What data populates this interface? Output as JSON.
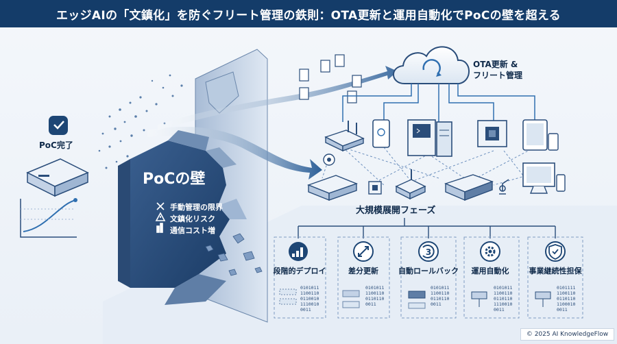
{
  "title": "エッジAIの「文鎮化」を防ぐフリート管理の鉄則：OTA更新と運用自動化でPoCの壁を超える",
  "poc": {
    "done_label": "PoC完了",
    "wall_label": "PoCの壁",
    "risks": [
      {
        "label": "手動管理の限界",
        "icon": "wrench-screwdriver-icon"
      },
      {
        "label": "文鎮化リスク",
        "icon": "warning-triangle-icon"
      },
      {
        "label": "通信コスト増",
        "icon": "coins-icon"
      }
    ]
  },
  "cloud": {
    "label_line1": "OTA更新 &",
    "label_line2": "フリート管理"
  },
  "phase_title": "大規模展開フェーズ",
  "steps": [
    {
      "label": "段階的デプロイ",
      "icon": "staged-bars-icon",
      "bits": [
        "0101011",
        "1100110",
        "0110010",
        "1110010",
        "0011"
      ]
    },
    {
      "label": "差分更新",
      "icon": "diff-arrows-icon",
      "bits": [
        "0101011",
        "1100110",
        "0110110",
        "0011"
      ]
    },
    {
      "label": "自動ロールバック",
      "icon": "rollback-3-icon",
      "bits": [
        "0101011",
        "1100110",
        "0110110",
        "0011"
      ]
    },
    {
      "label": "運用自動化",
      "icon": "gear-icon",
      "bits": [
        "0101011",
        "1100110",
        "0110110",
        "1110010",
        "0011"
      ]
    },
    {
      "label": "事業継続性担保",
      "icon": "shield-check-icon",
      "bits": [
        "0101111",
        "1100110",
        "0110110",
        "1100010",
        "0011"
      ]
    }
  ],
  "copyright": "© 2025 AI KnowledgeFlow",
  "colors": {
    "navy": "#143c69",
    "accent": "#2f6fb0",
    "light": "#dbe6f2"
  }
}
